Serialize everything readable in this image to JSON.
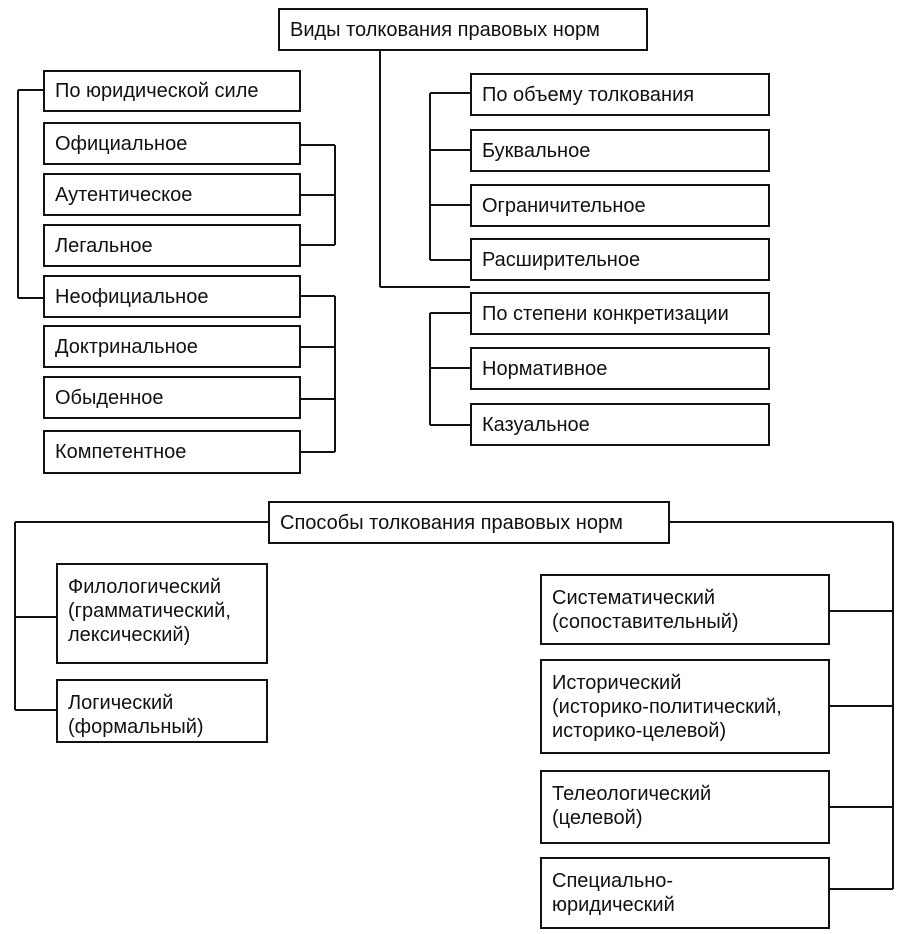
{
  "types": {
    "title": "Виды толкования правовых норм",
    "by_force": {
      "label": "По юридической силе",
      "official": {
        "label": "Официальное",
        "items": [
          "Аутентическое",
          "Легальное"
        ]
      },
      "unofficial": {
        "label": "Неофициальное",
        "items": [
          "Доктринальное",
          "Обыденное",
          "Компетентное"
        ]
      }
    },
    "by_volume": {
      "label": "По объему толкования",
      "items": [
        "Буквальное",
        "Ограничительное",
        "Расширительное"
      ]
    },
    "by_concretization": {
      "label": "По степени конкретизации",
      "items": [
        "Нормативное",
        "Казуальное"
      ]
    }
  },
  "methods": {
    "title": "Способы толкования правовых норм",
    "left": [
      [
        "Филологический",
        "(грамматический,",
        "лексический)"
      ],
      [
        "Логический",
        "(формальный)"
      ]
    ],
    "right": [
      [
        "Систематический",
        "(сопоставительный)"
      ],
      [
        "Исторический",
        "(историко-политический,",
        "историко-целевой)"
      ],
      [
        "Телеологический",
        "(целевой)"
      ],
      [
        "Специально-",
        "юридический"
      ]
    ]
  }
}
